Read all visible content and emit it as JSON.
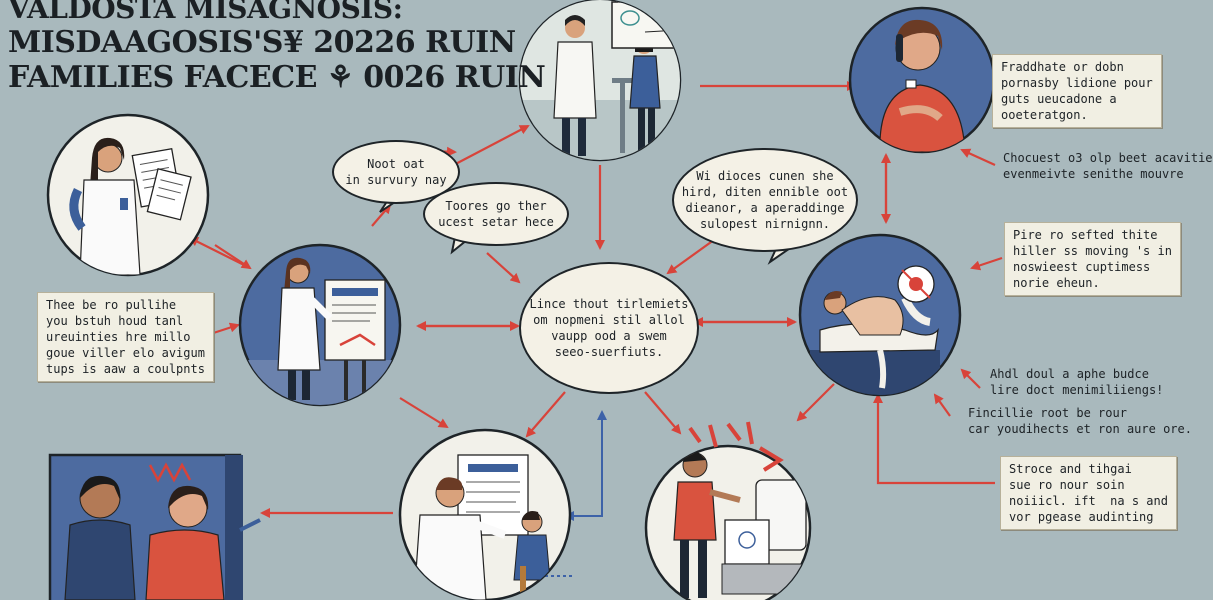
{
  "title": {
    "line1": "VALDOSTA MISAGNOSIS:",
    "line2": "MISDAAGOSIS'S¥ 20226 RUIN",
    "line3": "FAMILIES FACECE ⚘ 0026 RUIN"
  },
  "bubbles": {
    "b1": "Noot oat\nin survury nay",
    "b2": "Toores go ther\nucest setar hece",
    "b3": "Wi dioces cunen she\nhird, diten ennible oot\ndieanor, a aperaddinge\nsulopest nirnignn.",
    "center": "Lince thout tirlemiets\nom nopmeni stil allol\nvaupp ood a swem\nseeo-suerfiuts."
  },
  "notes": {
    "top_right": "Fraddhate or dobn\npornasby lidione pour\nguts ueucadone a\nooeteratgon.",
    "right_1": "Chocuest o3 olp beet acavitie\nevenmeivte senithe mouvre",
    "right_2": "Pire ro sefted thite\nhiller ss moving 's in\nnoswieest cuptimess\nnorie eheun.",
    "right_3": "Ahdl doul a aphe budce\nlire doct menimiliiengs!",
    "right_4": "Fincillie root be rour\ncar youdihects et ron aure ore.",
    "bottom_right": "Stroce and tihgai\nsue ro nour soin\nnoiiicl. ift  na s and\nvor pgease audinting",
    "left": "Thee be ro pullihe\nyou bstuh houd tanl\nureuinties hre millo\ngoue viller elo avigum\ntups is aaw a coulpnts"
  },
  "sign_texts": {
    "doc1": "————",
    "doc2": "————",
    "alarm": "≡ ≡ ≡"
  },
  "colors": {
    "background": "#a9b9bd",
    "circle_fill": "#4d6ba0",
    "arrow_red": "#d8433a",
    "arrow_blue": "#3d62a8",
    "paper": "#f1efe3"
  }
}
